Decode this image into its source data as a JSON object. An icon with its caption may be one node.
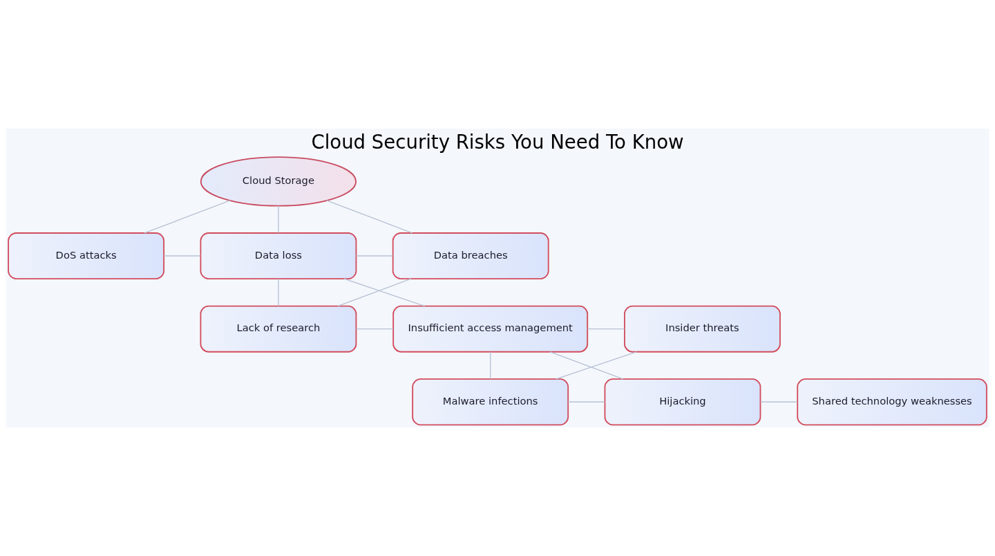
{
  "diagram": {
    "title": "Cloud Security Risks You Need To Know",
    "nodes": [
      {
        "text": [
          "Cloud Storage"
        ]
      },
      {
        "text": [
          "DoS attacks"
        ]
      },
      {
        "text": [
          "Data loss"
        ]
      },
      {
        "text": [
          "Data breaches"
        ]
      },
      {
        "text": [
          "Lack of research"
        ]
      },
      {
        "text": [
          "Insufficient access management"
        ]
      },
      {
        "text": [
          "Insider threats"
        ]
      },
      {
        "text": [
          "Malware infections"
        ]
      },
      {
        "text": [
          "Hijacking"
        ]
      },
      {
        "text": [
          "Shared technology weaknesses"
        ]
      }
    ],
    "edges": [
      {
        "from": 0,
        "to": 1,
        "arrow": "none"
      },
      {
        "from": 0,
        "to": 2,
        "arrow": "none"
      },
      {
        "from": 0,
        "to": 3,
        "arrow": "none"
      },
      {
        "from": 1,
        "to": 2,
        "arrow": "none"
      },
      {
        "from": 2,
        "to": 3,
        "arrow": "none"
      },
      {
        "from": 2,
        "to": 4,
        "arrow": "none"
      },
      {
        "from": 2,
        "to": 5,
        "arrow": "none"
      },
      {
        "from": 3,
        "to": 4,
        "arrow": "none"
      },
      {
        "from": 4,
        "to": 5,
        "arrow": "none"
      },
      {
        "from": 5,
        "to": 6,
        "arrow": "none"
      },
      {
        "from": 5,
        "to": 7,
        "arrow": "none"
      },
      {
        "from": 5,
        "to": 8,
        "arrow": "none"
      },
      {
        "from": 6,
        "to": 7,
        "arrow": "none"
      },
      {
        "from": 7,
        "to": 8,
        "arrow": "none"
      },
      {
        "from": 8,
        "to": 9,
        "arrow": "none"
      }
    ]
  }
}
